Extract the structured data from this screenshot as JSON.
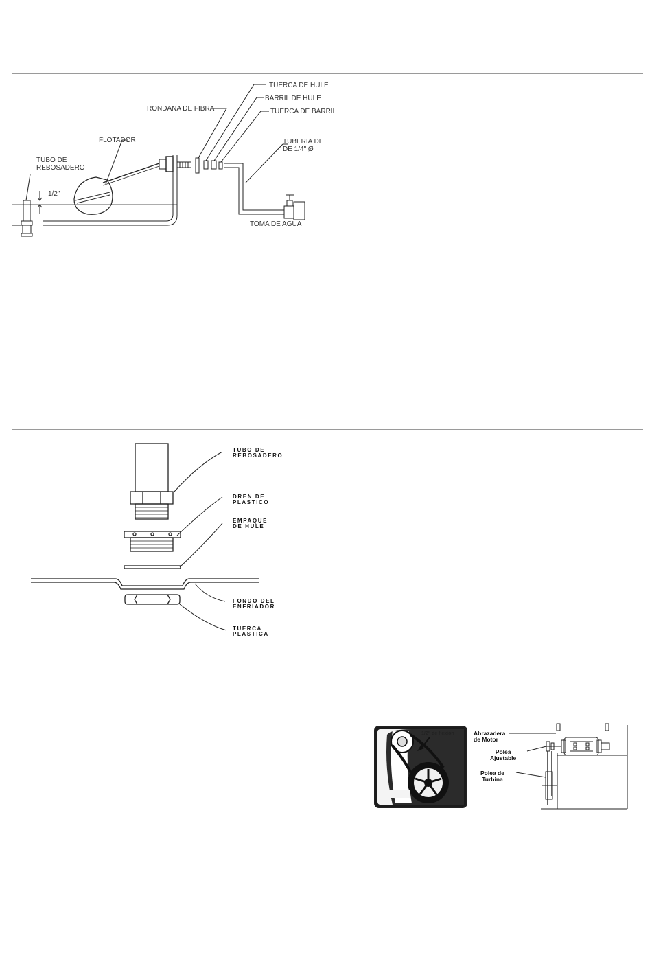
{
  "float_diagram": {
    "labels": {
      "tuerca_hule": "TUERCA DE HULE",
      "barril_hule": "BARRIL DE HULE",
      "tuerca_barril": "TUERCA DE BARRIL",
      "rondana_fibra": "RONDANA DE FIBRA",
      "tuberia": "TUBERIA DE\nDE 1/4\" Ø",
      "flotador": "FLOTADOR",
      "tubo_rebosadero": "TUBO DE\nREBOSADERO",
      "medida": "1/2\"",
      "toma_agua": "TOMA DE AGUA"
    }
  },
  "drain_diagram": {
    "labels": {
      "tubo_rebosadero": "TUBO DE\nREBOSADERO",
      "dren_plastico": "DREN DE\nPLASTICO",
      "empaque_hule": "EMPAQUE\nDE HULE",
      "fondo_enfriador": "FONDO DEL\nENFRIADOR",
      "tuerca_plastica": "TUERCA\nPLASTICA"
    }
  },
  "belt_diagram": {
    "labels": {
      "flexion": "1/2\" de flexión",
      "abrazadera_motor": "Abrazadera\nde Motor",
      "polea_ajustable": "Polea\nAjustable",
      "polea_turbina": "Polea de\nTurbina"
    }
  }
}
